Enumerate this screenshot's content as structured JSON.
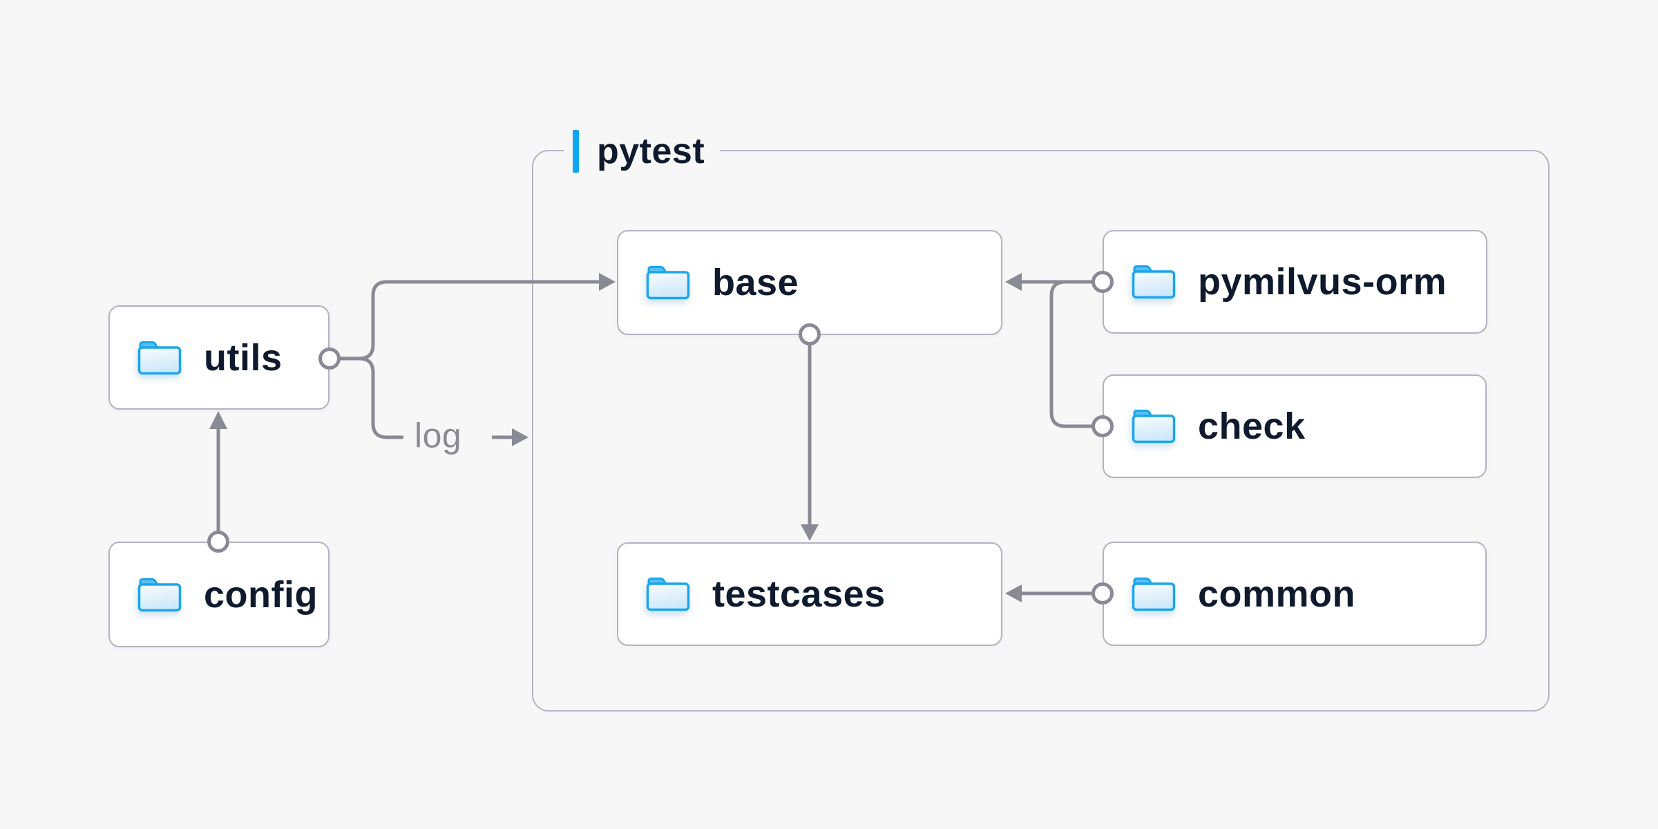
{
  "container": {
    "label": "pytest"
  },
  "nodes": {
    "utils": {
      "label": "utils",
      "icon": "folder-icon"
    },
    "config": {
      "label": "config",
      "icon": "folder-icon"
    },
    "base": {
      "label": "base",
      "icon": "folder-icon"
    },
    "testcases": {
      "label": "testcases",
      "icon": "folder-icon"
    },
    "pymilvus_orm": {
      "label": "pymilvus-orm",
      "icon": "folder-icon"
    },
    "check": {
      "label": "check",
      "icon": "folder-icon"
    },
    "common": {
      "label": "common",
      "icon": "folder-icon"
    }
  },
  "edges": {
    "log_label": "log",
    "list": [
      {
        "from": "config",
        "to": "utils"
      },
      {
        "from": "utils",
        "to": "base"
      },
      {
        "from": "utils",
        "to": "pytest",
        "label": "log"
      },
      {
        "from": "pymilvus-orm",
        "to": "base"
      },
      {
        "from": "check",
        "to": "base"
      },
      {
        "from": "base",
        "to": "testcases"
      },
      {
        "from": "common",
        "to": "testcases"
      }
    ]
  },
  "colors": {
    "canvas_background": "#f7f7f8",
    "node_background": "#ffffff",
    "node_border": "#b3b3bf",
    "group_border": "#b6b6c2",
    "accent_bar": "#0ca6f1",
    "connector": "#8a8a94",
    "label_text": "#0f1a2e",
    "muted_text": "#8b8b94",
    "folder_stroke": "#19a6ec"
  }
}
